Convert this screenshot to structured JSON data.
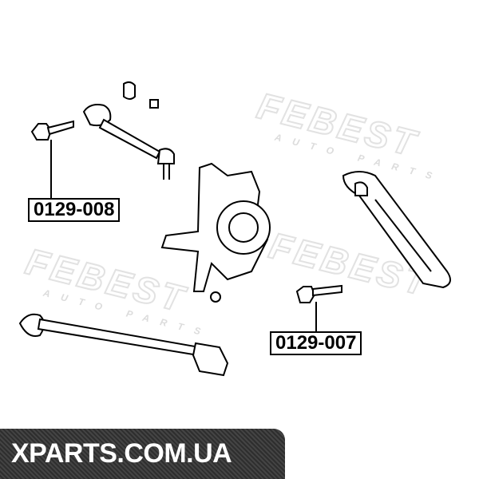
{
  "watermark": {
    "brand": "FEBEST",
    "tagline": "AUTO PARTS"
  },
  "callouts": [
    {
      "part_number": "0129-008"
    },
    {
      "part_number": "0129-007"
    }
  ],
  "banner": {
    "text": "XPARTS.COM.UA"
  }
}
